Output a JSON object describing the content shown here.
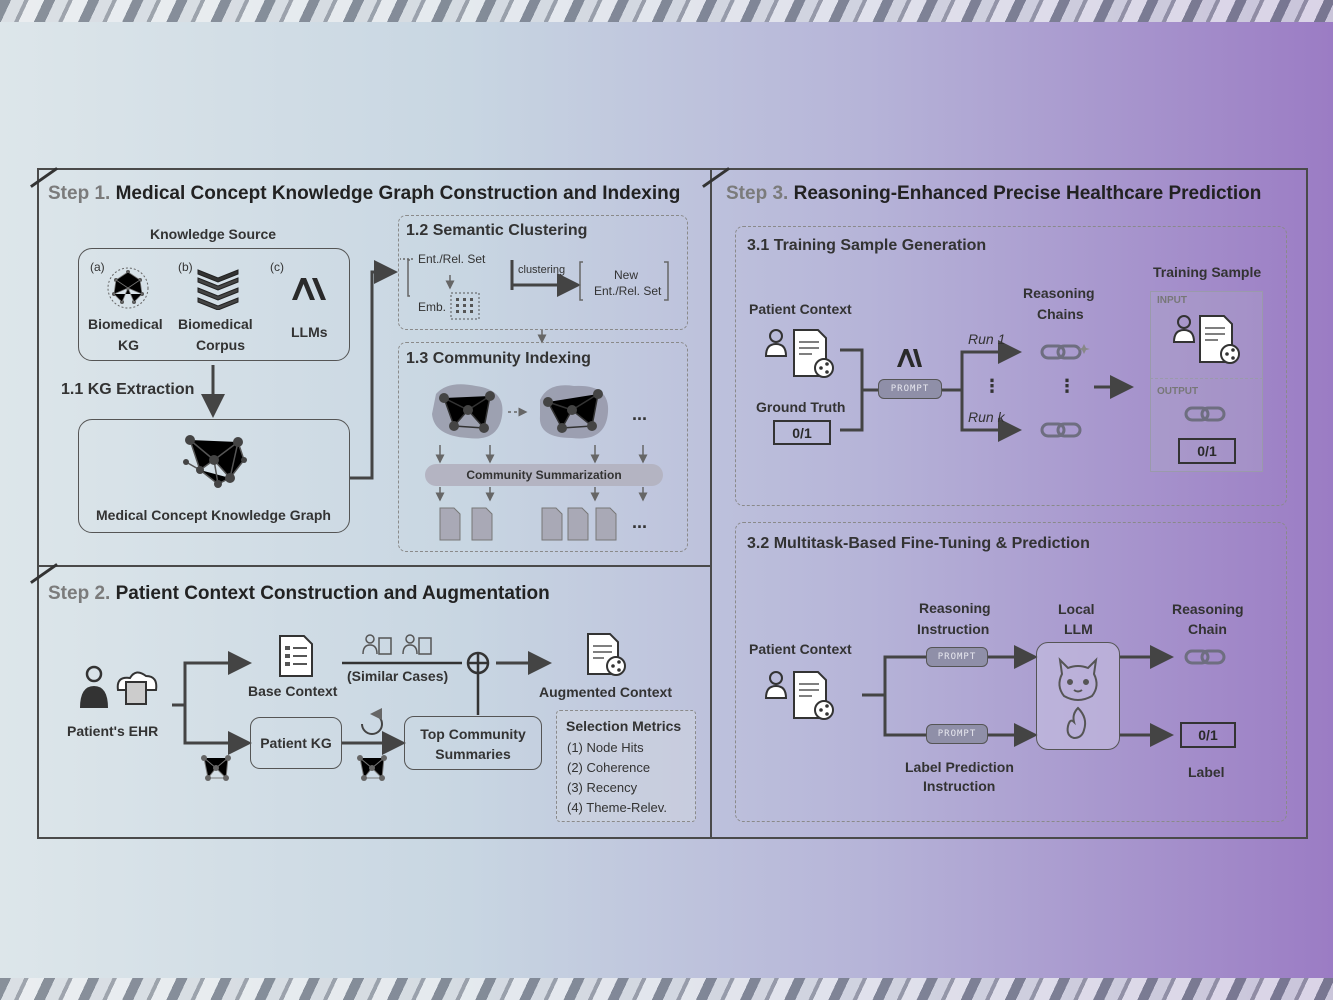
{
  "step1": {
    "num": "Step 1.",
    "title": " Medical Concept Knowledge Graph Construction and Indexing",
    "knowledge_source": "Knowledge Source",
    "sources": [
      {
        "tag": "(a)",
        "label1": "Biomedical",
        "label2": "KG"
      },
      {
        "tag": "(b)",
        "label1": "Biomedical",
        "label2": "Corpus"
      },
      {
        "tag": "(c)",
        "label1": "LLMs",
        "label2": ""
      }
    ],
    "kg_extraction": "1.1 KG Extraction",
    "mckg": "Medical Concept Knowledge Graph",
    "semantic_clustering": "1.2 Semantic Clustering",
    "ent_rel_set": "Ent./Rel. Set",
    "emb": "Emb.",
    "clustering": "clustering",
    "new": "New",
    "new_set": "Ent./Rel. Set",
    "community_indexing": "1.3 Community Indexing",
    "community_summarization": "Community Summarization",
    "ellipsis": "..."
  },
  "step2": {
    "num": "Step 2.",
    "title": " Patient Context Construction and Augmentation",
    "ehr": "Patient's EHR",
    "base_context": "Base Context",
    "similar_cases": "(Similar Cases)",
    "augmented_context": "Augmented Context",
    "patient_kg": "Patient KG",
    "top_comm1": "Top Community",
    "top_comm2": "Summaries",
    "metrics_title": "Selection Metrics",
    "metrics": [
      "(1)  Node Hits",
      "(2)  Coherence",
      "(3)  Recency",
      "(4)  Theme-Relev."
    ]
  },
  "step3": {
    "num": "Step 3.",
    "title": " Reasoning-Enhanced Precise Healthcare Prediction",
    "s31": "3.1 Training Sample Generation",
    "patient_context": "Patient Context",
    "ground_truth": "Ground Truth",
    "gt_value": "0/1",
    "prompt": "PROMPT",
    "run1": "Run 1",
    "runk": "Run k",
    "reasoning_chains1": "Reasoning",
    "reasoning_chains2": "Chains",
    "training_sample": "Training Sample",
    "input": "INPUT",
    "output": "OUTPUT",
    "ts_value": "0/1",
    "s32": "3.2 Multitask-Based Fine-Tuning & Prediction",
    "patient_context2": "Patient Context",
    "reasoning_instruction1": "Reasoning",
    "reasoning_instruction2": "Instruction",
    "local_llm1": "Local",
    "local_llm2": "LLM",
    "reasoning_chain1": "Reasoning",
    "reasoning_chain2": "Chain",
    "label_pred1": "Label Prediction",
    "label_pred2": "Instruction",
    "label_value": "0/1",
    "label": "Label"
  }
}
